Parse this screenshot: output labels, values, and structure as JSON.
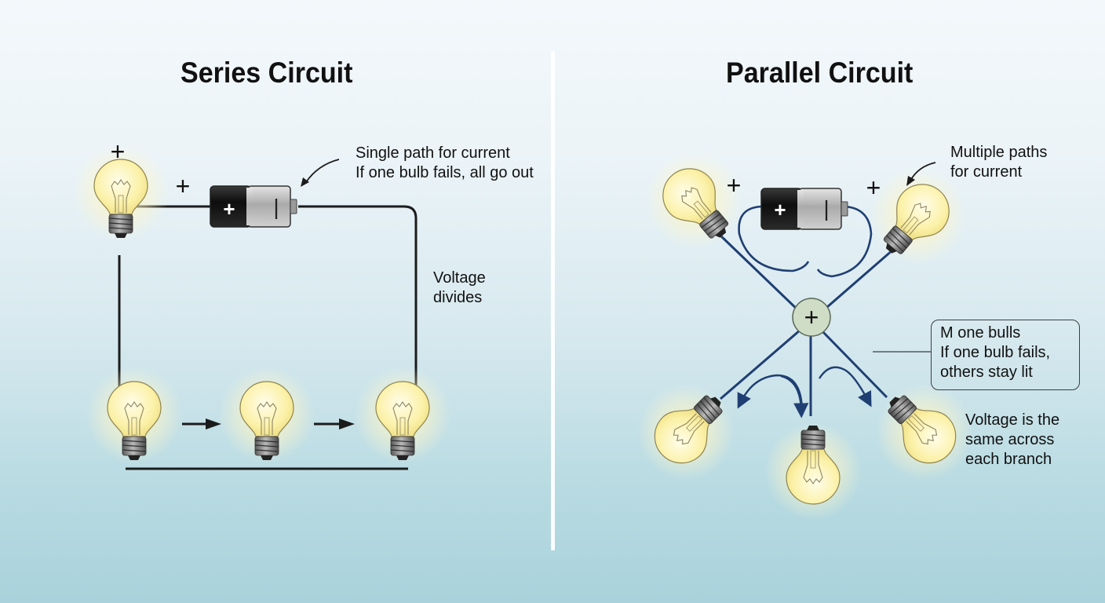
{
  "series": {
    "title": "Series Circuit",
    "annotations": {
      "path_line1": "Single path for current",
      "path_line2": "If one bulb fails, all go out",
      "voltage_line1": "Voltage",
      "voltage_line2": "divides"
    },
    "symbols": {
      "bulb_plus": "+",
      "battery_plus_label": "+",
      "battery_pos_terminal": "+",
      "battery_neg_terminal": "|"
    },
    "bulb_count": 4
  },
  "parallel": {
    "title": "Parallel Circuit",
    "annotations": {
      "paths_line1": "Multiple paths",
      "paths_line2": "for current",
      "box_line1": "M one bulls",
      "box_line2": "If one bulb fails,",
      "box_line3": "others stay lit",
      "voltage_line1": "Voltage is the",
      "voltage_line2": "same across",
      "voltage_line3": "each branch"
    },
    "symbols": {
      "left_plus": "+",
      "right_plus": "+",
      "battery_pos_terminal": "+",
      "battery_neg_terminal": "|",
      "junction": "+"
    },
    "bulb_count": 5
  },
  "colors": {
    "wire_series": "#1b1b1b",
    "wire_parallel": "#1f3f73",
    "bulb_glass": "#fbf3b0",
    "bulb_glow": "#fff7c2",
    "junction_fill": "#cfdcc6"
  }
}
